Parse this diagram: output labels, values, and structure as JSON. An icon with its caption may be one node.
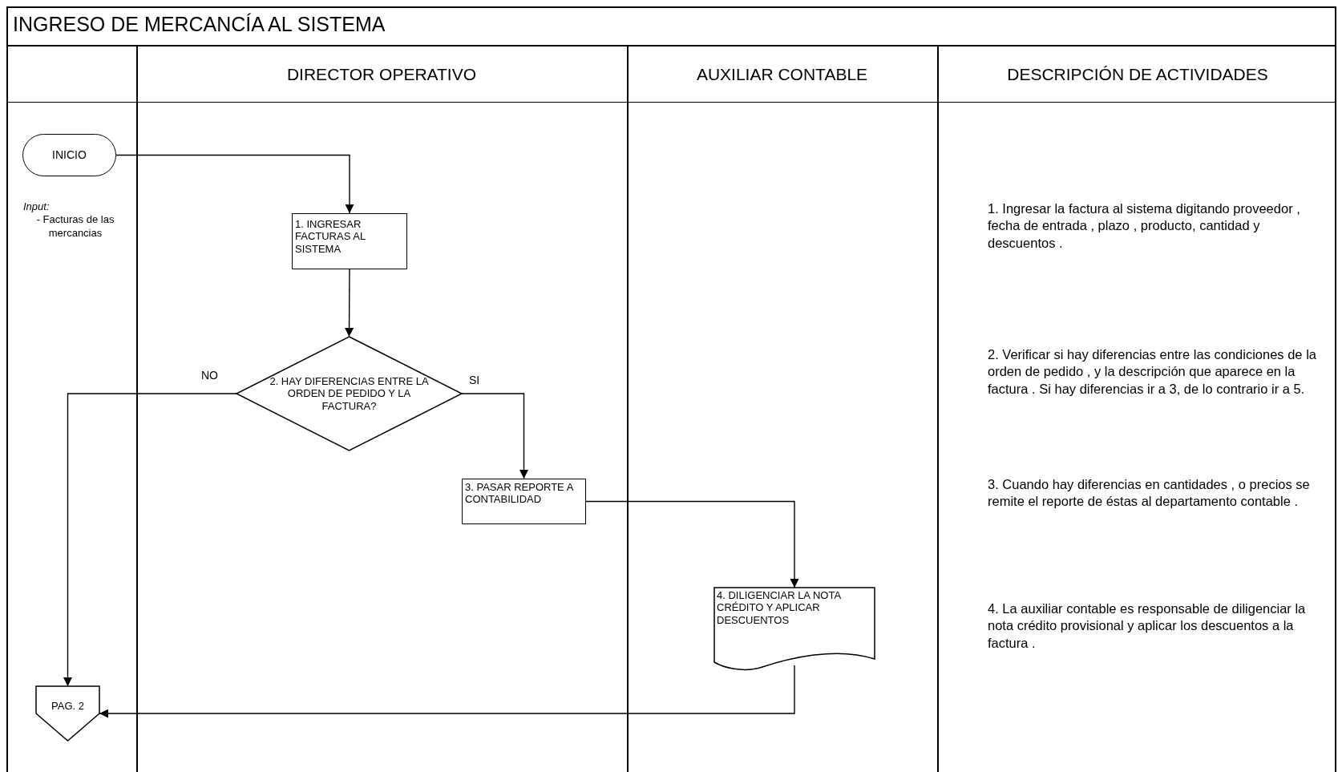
{
  "diagram": {
    "title": "INGRESO DE MERCANCÍA AL SISTEMA",
    "nodes": [
      {
        "text": [
          "INICIO"
        ]
      },
      {
        "text": [
          "1. INGRESAR FACTURAS AL SISTEMA"
        ]
      },
      {
        "text": [
          "2. HAY DIFERENCIAS ENTRE LA ORDEN DE PEDIDO Y LA FACTURA?"
        ]
      },
      {
        "text": [
          "3. PASAR REPORTE A CONTABILIDAD"
        ]
      },
      {
        "text": [
          "4. DILIGENCIAR LA NOTA CRÉDITO Y APLICAR DESCUENTOS"
        ]
      },
      {
        "text": [
          "PAG. 2"
        ]
      }
    ],
    "edges": [
      {
        "from": 0,
        "to": 1,
        "arrow": "to"
      },
      {
        "from": 1,
        "to": 2,
        "arrow": "to"
      },
      {
        "from": 2,
        "to": 5,
        "arrow": "to",
        "label": "NO"
      },
      {
        "from": 2,
        "to": 3,
        "arrow": "to",
        "label": "SI"
      },
      {
        "from": 3,
        "to": 4,
        "arrow": "to"
      },
      {
        "from": 4,
        "to": 5,
        "arrow": "to"
      }
    ],
    "labels": [
      "DIRECTOR OPERATIVO",
      "AUXILIAR CONTABLE",
      "DESCRIPCIÓN DE ACTIVIDADES",
      "Input:",
      "- Facturas de las mercancias",
      "1. Ingresar la factura al sistema digitando proveedor , fecha de entrada , plazo , producto, cantidad y descuentos .",
      "2. Verificar si hay diferencias entre las condiciones de la orden de pedido , y la descripción que aparece en la factura . Si hay diferencias ir a 3, de lo contrario ir a 5.",
      "3. Cuando hay diferencias en cantidades , o precios se remite el reporte de éstas al departamento contable .",
      "4. La auxiliar contable es responsable de diligenciar la nota crédito provisional y aplicar los descuentos a la factura ."
    ]
  }
}
